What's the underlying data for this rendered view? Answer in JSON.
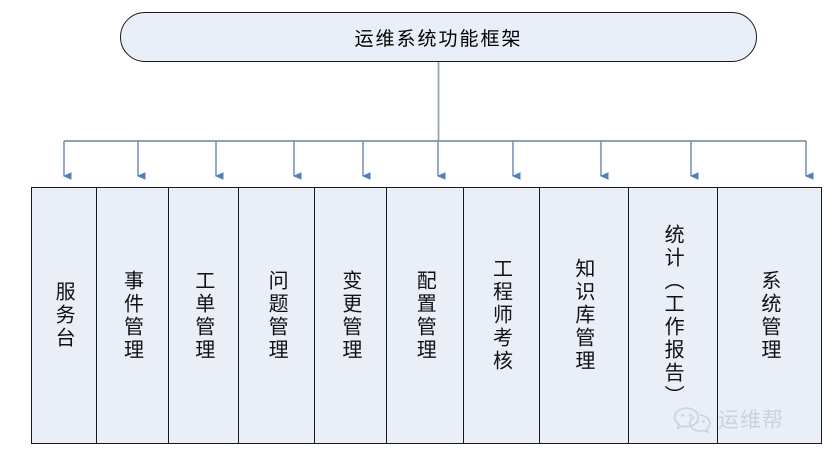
{
  "diagram": {
    "title": "运维系统功能框架",
    "colors": {
      "node_fill": "#e9eef7",
      "node_border": "#16191d",
      "bus_line": "#8fa3a8",
      "arrow": "#4f81bd",
      "text": "#111111",
      "watermark": "#c9d2e0"
    },
    "nodes": [
      {
        "label": "服务台",
        "width": 65
      },
      {
        "label": "事件管理",
        "width": 72
      },
      {
        "label": "工单管理",
        "width": 71
      },
      {
        "label": "问题管理",
        "width": 76
      },
      {
        "label": "变更管理",
        "width": 72
      },
      {
        "label": "配置管理",
        "width": 77
      },
      {
        "label": "工程师考核",
        "width": 76
      },
      {
        "label": "知识库管理",
        "width": 89
      },
      {
        "label": "统计（工作报告）",
        "width": 90
      },
      {
        "label": "系统管理",
        "width": 103
      }
    ],
    "connector": {
      "trunk_label": "title-to-bus",
      "bus_label": "horizontal-distribution-bus",
      "arrow_count": 10
    }
  },
  "watermark": {
    "icon": "wechat-icon",
    "text": "运维帮"
  }
}
